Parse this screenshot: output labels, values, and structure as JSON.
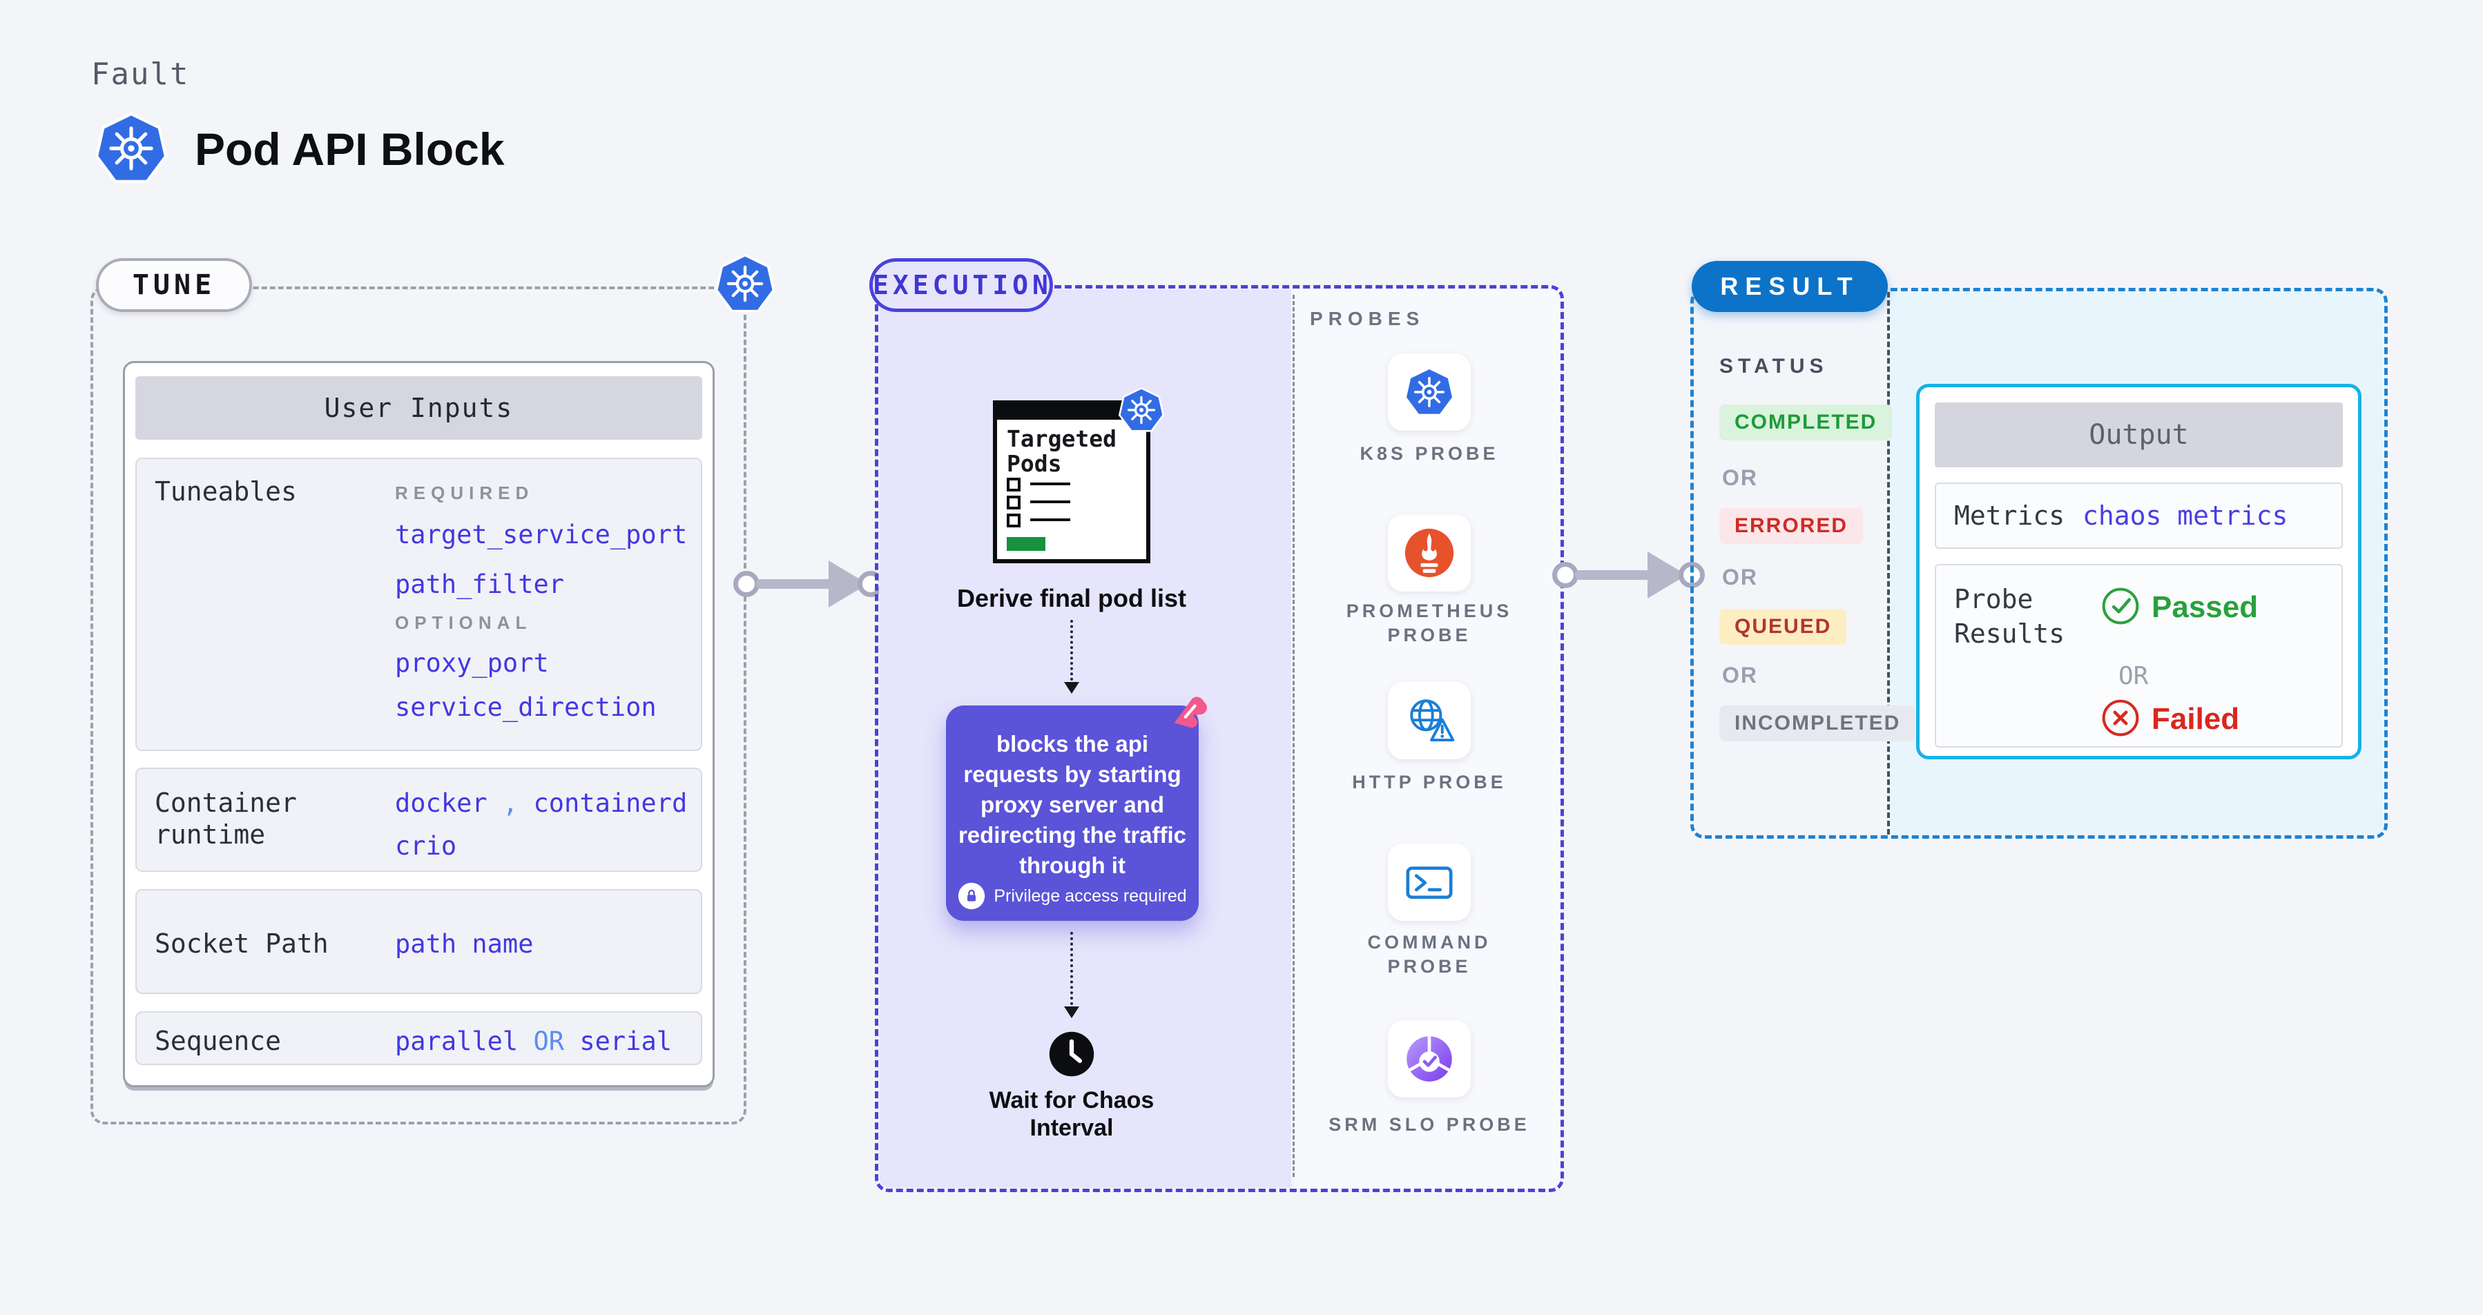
{
  "header": {
    "eyebrow": "Fault",
    "title": "Pod API Block",
    "title_icon": "kubernetes-icon"
  },
  "tune": {
    "label": "TUNE",
    "corner_icon": "kubernetes-icon",
    "user_inputs": {
      "title": "User Inputs",
      "tuneables": {
        "label": "Tuneables",
        "required_label": "REQUIRED",
        "required_values": [
          "target_service_port",
          "path_filter"
        ],
        "optional_label": "OPTIONAL",
        "optional_values": [
          "proxy_port",
          "service_direction"
        ]
      },
      "container_runtime": {
        "label": "Container runtime",
        "value_1": "docker",
        "separator": ",",
        "value_2": "containerd",
        "value_3": "crio"
      },
      "socket_path": {
        "label": "Socket Path",
        "value": "path name"
      },
      "sequence": {
        "label": "Sequence",
        "value_1": "parallel",
        "or": "OR",
        "value_2": "serial"
      }
    }
  },
  "execution": {
    "label": "EXECUTION",
    "targeted_pods": {
      "title": "Targeted Pods",
      "icon": "kubernetes-icon"
    },
    "derive_label": "Derive final pod list",
    "action_box": {
      "lines": [
        "blocks the api",
        "requests by starting",
        "proxy server and",
        "redirecting the traffic",
        "through it"
      ],
      "privilege_note": "Privilege access required",
      "icon": "chaos-arrow-icon"
    },
    "wait_label": "Wait for Chaos Interval",
    "wait_icon": "clock-icon"
  },
  "probes": {
    "label": "PROBES",
    "items": [
      {
        "icon": "k8s-probe-icon",
        "label": "K8S PROBE"
      },
      {
        "icon": "prometheus-probe-icon",
        "label": "PROMETHEUS PROBE"
      },
      {
        "icon": "http-probe-icon",
        "label": "HTTP PROBE"
      },
      {
        "icon": "command-probe-icon",
        "label": "COMMAND PROBE"
      },
      {
        "icon": "srm-slo-probe-icon",
        "label": "SRM SLO PROBE"
      }
    ]
  },
  "result": {
    "label": "RESULT",
    "status_heading": "STATUS",
    "or_label": "OR",
    "statuses": [
      {
        "label": "COMPLETED",
        "style": "color:#1e9b3b;background-color:#d9f3dc"
      },
      {
        "label": "ERRORED",
        "style": "color:#d02a24;background-color:#fbe7e9"
      },
      {
        "label": "QUEUED",
        "style": "color:#b23434;background-color:#fdeec2"
      },
      {
        "label": "INCOMPLETED",
        "style": "color:#6e7480;background-color:#e8e9f0"
      }
    ],
    "output": {
      "title": "Output",
      "metrics_label": "Metrics",
      "metrics_value": "chaos metrics",
      "probe_results_label": "Probe Results",
      "passed_label": "Passed",
      "or_label": "OR",
      "failed_label": "Failed"
    }
  },
  "colors": {
    "accent_indigo": "#4238e2",
    "accent_light_blue": "#5b8cf0",
    "execution_purple": "#5b53d8",
    "pink_accent": "#f25c8c",
    "result_blue": "#0d73c8",
    "output_border_cyan": "#16b2e6",
    "passed_green": "#28a03c",
    "failed_red": "#d8281f",
    "kubernetes_blue": "#326ce5",
    "prometheus_orange": "#e6522c"
  }
}
